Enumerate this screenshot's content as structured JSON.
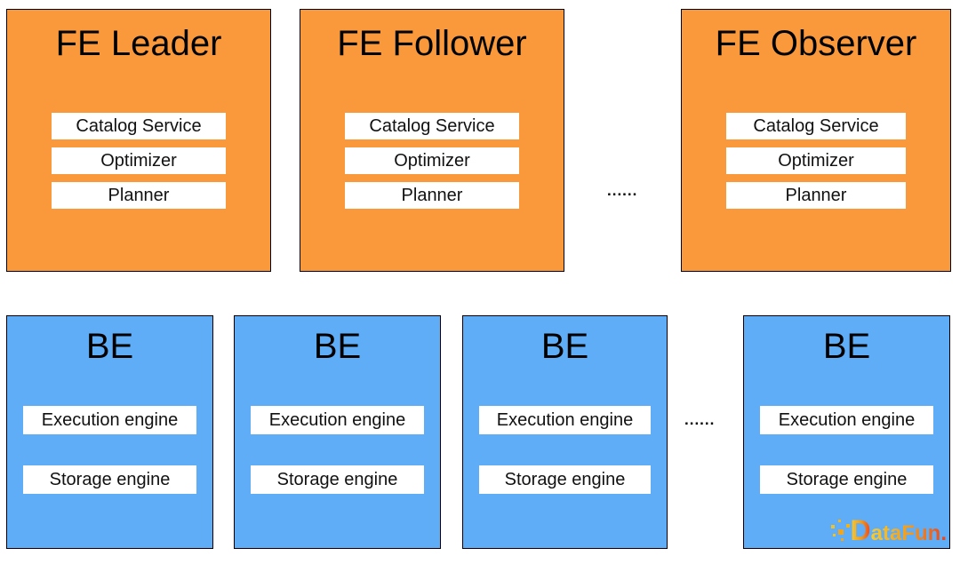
{
  "diagram": {
    "fe_row": {
      "nodes": [
        {
          "title": "FE Leader",
          "components": [
            "Catalog Service",
            "Optimizer",
            "Planner"
          ]
        },
        {
          "title": "FE Follower",
          "components": [
            "Catalog Service",
            "Optimizer",
            "Planner"
          ]
        },
        {
          "title": "FE Observer",
          "components": [
            "Catalog Service",
            "Optimizer",
            "Planner"
          ]
        }
      ],
      "ellipsis": "......"
    },
    "be_row": {
      "nodes": [
        {
          "title": "BE",
          "components": [
            "Execution engine",
            "Storage engine"
          ]
        },
        {
          "title": "BE",
          "components": [
            "Execution engine",
            "Storage engine"
          ]
        },
        {
          "title": "BE",
          "components": [
            "Execution engine",
            "Storage engine"
          ]
        },
        {
          "title": "BE",
          "components": [
            "Execution engine",
            "Storage engine"
          ]
        }
      ],
      "ellipsis": "......"
    },
    "colors": {
      "fe_fill": "#F9993C",
      "be_fill": "#60ADF7",
      "box_border": "#000000",
      "component_fill": "#FFFFFF",
      "logo_gradient_start": "#F8CB2E",
      "logo_gradient_mid": "#F29A1E",
      "logo_gradient_end": "#E8421F"
    },
    "logo": {
      "d_letter": "D",
      "rest": "ataFun."
    }
  }
}
